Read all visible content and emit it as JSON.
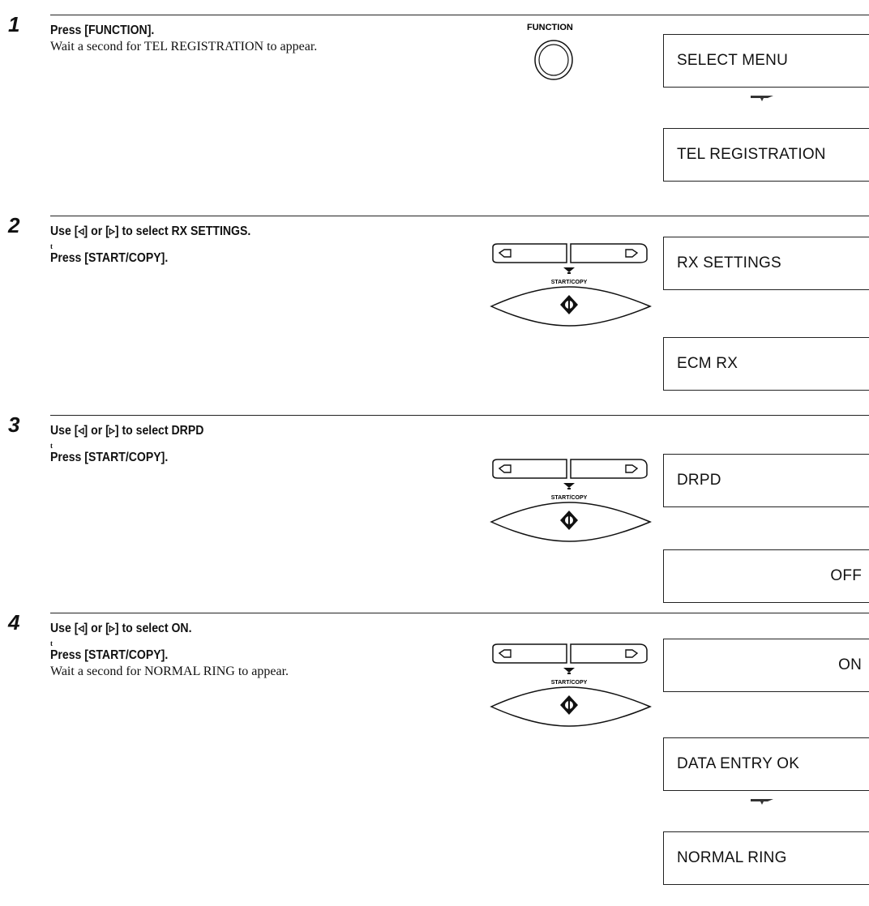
{
  "steps": [
    {
      "number": "1",
      "heading": "Press [FUNCTION].",
      "then_marker": "",
      "heading2": "",
      "body": "Wait a second for TEL REGISTRATION to appear.",
      "button_label": "FUNCTION",
      "displays": [
        "SELECT MENU",
        "TEL REGISTRATION"
      ]
    },
    {
      "number": "2",
      "heading": "Use [◃] or [▹] to select RX SETTINGS.",
      "then_marker": "t",
      "heading2": "Press [START/COPY].",
      "body": "",
      "button_label": "START/COPY",
      "displays": [
        "RX SETTINGS",
        "ECM RX"
      ]
    },
    {
      "number": "3",
      "heading": "Use [◃] or [▹] to select DRPD",
      "then_marker": "t",
      "heading2": "Press [START/COPY].",
      "body": "",
      "button_label": "START/COPY",
      "displays": [
        "DRPD",
        "OFF"
      ]
    },
    {
      "number": "4",
      "heading": "Use [◃] or [▹] to select ON.",
      "then_marker": "t",
      "heading2": "Press [START/COPY].",
      "body": "Wait a second for NORMAL RING to appear.",
      "button_label": "START/COPY",
      "displays": [
        "ON",
        "DATA ENTRY OK",
        "NORMAL RING"
      ]
    }
  ],
  "icons": [
    "function-button-icon",
    "left-arrow-key-icon",
    "right-arrow-key-icon",
    "start-copy-button-icon",
    "down-arrow-icon",
    "wait-arrow-icon"
  ]
}
